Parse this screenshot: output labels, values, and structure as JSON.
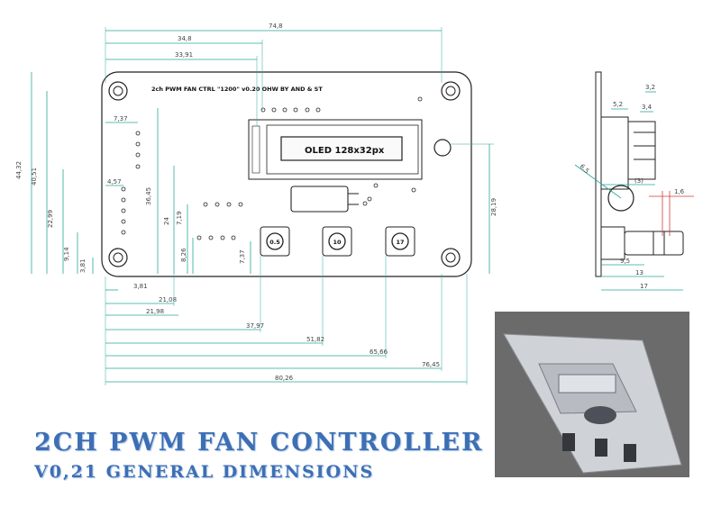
{
  "title": {
    "main": "2CH PWM FAN CONTROLLER",
    "sub": "V0,21  GENERAL DIMENSIONS"
  },
  "board": {
    "silkscreen": "2ch PWM  FAN CTRL \"1200\" v0.20   OHW BY AND & ST",
    "oled_label": "OLED 128x32px",
    "knobs": [
      "0.5",
      "10",
      "17"
    ]
  },
  "dimensions": {
    "top": [
      "74,8",
      "34,8",
      "33,91"
    ],
    "left_vertical": [
      "44,32",
      "40,51",
      "22,99",
      "9,14",
      "3,81",
      "7,37",
      "4,57",
      "36,45",
      "24",
      "7,19",
      "8,26",
      "7,37"
    ],
    "right_vertical": [
      "28,19"
    ],
    "bottom": [
      "3,81",
      "21,08",
      "21,98",
      "37,97",
      "51,82",
      "65,66",
      "76,45",
      "80,26"
    ],
    "side_view": [
      "3,2",
      "5,2",
      "3,4",
      "6,5",
      "(3)",
      "1,6",
      "9,5",
      "13",
      "17"
    ]
  },
  "colors": {
    "dimension_line": "#2aa89a",
    "title": "#3d6fb4",
    "tolerance": "#d33a3a"
  }
}
